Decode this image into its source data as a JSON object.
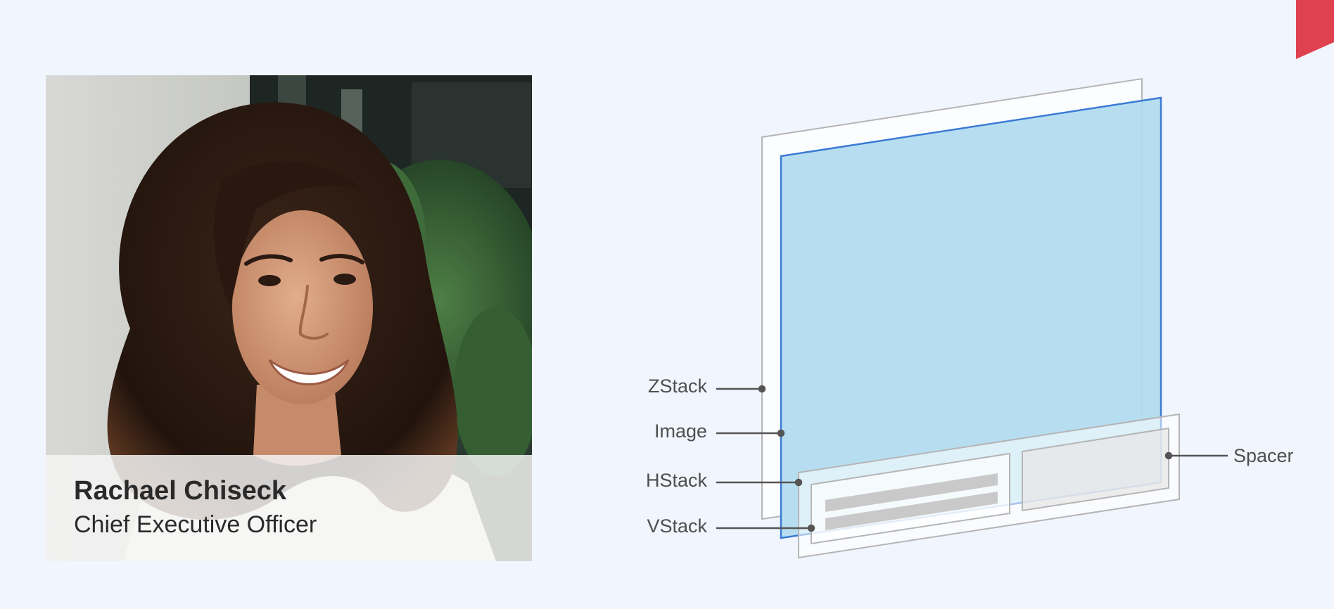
{
  "card": {
    "name": "Rachael Chiseck",
    "role": "Chief Executive Officer"
  },
  "diagram": {
    "labels": {
      "zstack": "ZStack",
      "image": "Image",
      "hstack": "HStack",
      "vstack": "VStack",
      "spacer": "Spacer"
    },
    "colors": {
      "image_fill": "#b3dcef",
      "image_stroke": "#3a7bd5",
      "frame_stroke": "#b5b5b5",
      "leader_line": "#555555",
      "corner_flag": "#e0414f"
    }
  }
}
